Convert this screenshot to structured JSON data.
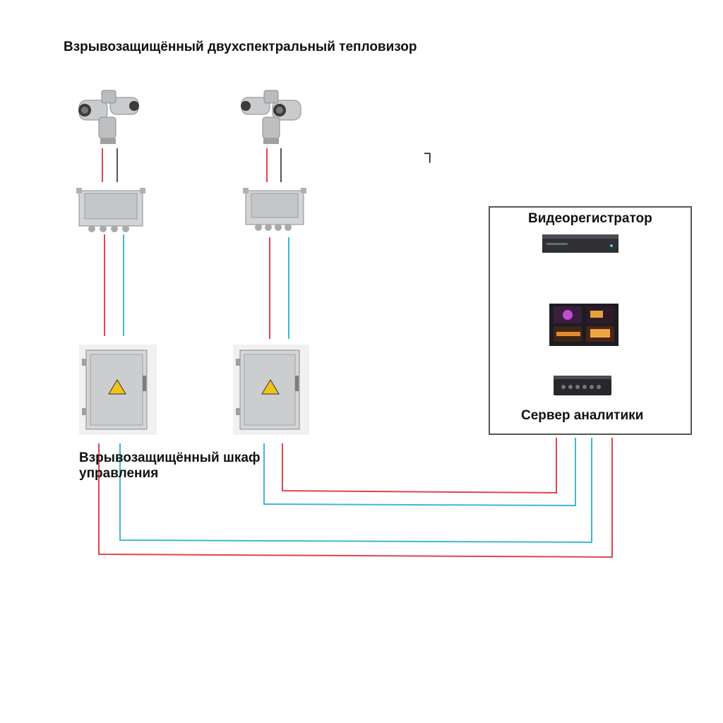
{
  "labels": {
    "camera": "Взрывозащищённый двухспектральный тепловизор",
    "cabinet": "Взрывозащищённый шкаф управления",
    "nvr": "Видеорегистратор",
    "server": "Сервер аналитики",
    "corner_mark": "┐"
  },
  "devices": [
    {
      "name": "explosion-proof-bispectral-thermal-camera",
      "count": 2
    },
    {
      "name": "explosion-proof-junction-box",
      "count": 2
    },
    {
      "name": "explosion-proof-control-cabinet",
      "count": 2
    },
    {
      "name": "network-video-recorder",
      "count": 1
    },
    {
      "name": "thermal-monitor",
      "count": 1
    },
    {
      "name": "analytics-server",
      "count": 1
    }
  ],
  "colors": {
    "power_line": "#e0454a",
    "signal_line": "#3db8d8",
    "camera_cable_grey": "#555555",
    "frame": "#555555",
    "steel": "#c9cbcd",
    "warning": "#f2c21b"
  }
}
